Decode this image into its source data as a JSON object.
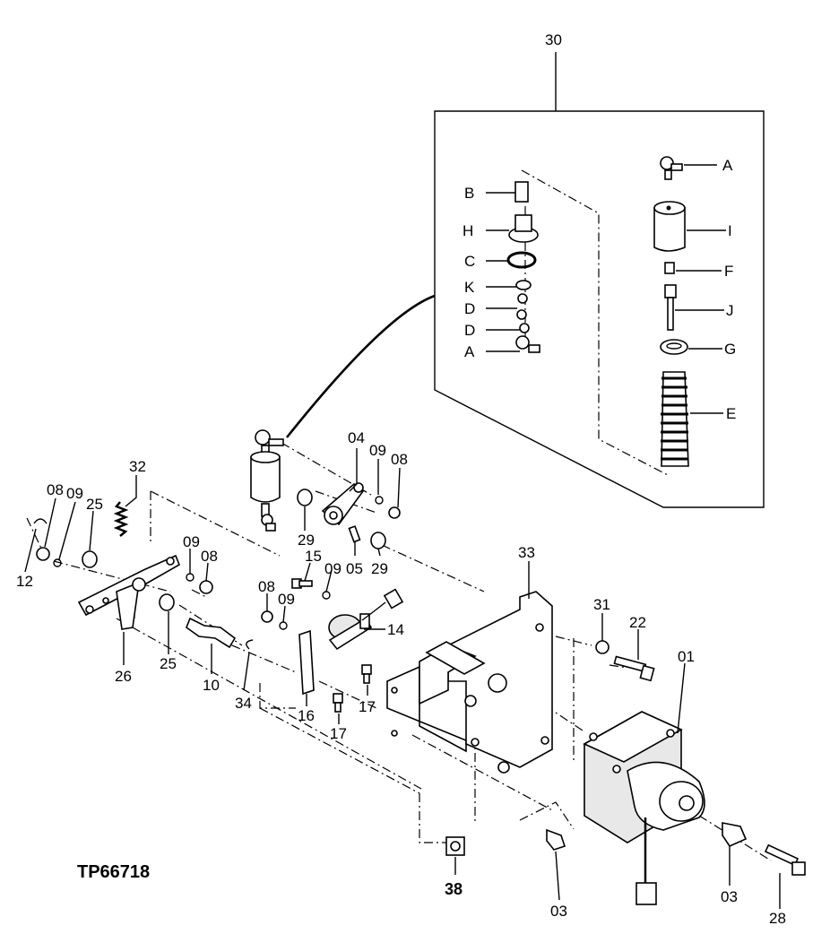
{
  "figure_id": "TP66718",
  "callouts": {
    "c30": "30",
    "c04": "04",
    "c09a": "09",
    "c08a": "08",
    "c32": "32",
    "c08b": "08",
    "c09b": "09",
    "c25a": "25",
    "c12": "12",
    "c29a": "29",
    "c09c": "09",
    "c08c": "08",
    "c15": "15",
    "c09d": "09",
    "c05": "05",
    "c29b": "29",
    "c33": "33",
    "c08d": "08",
    "c09e": "09",
    "c14": "14",
    "c31": "31",
    "c22": "22",
    "c01": "01",
    "c26": "26",
    "c25b": "25",
    "c10": "10",
    "c34": "34",
    "c16": "16",
    "c17a": "17",
    "c17b": "17",
    "c38": "38",
    "c03a": "03",
    "c03b": "03",
    "c28": "28"
  },
  "kit_labels": {
    "A1": "A",
    "B": "B",
    "H": "H",
    "C": "C",
    "K": "K",
    "D1": "D",
    "D2": "D",
    "A2": "A",
    "I": "I",
    "F": "F",
    "J": "J",
    "G": "G",
    "E": "E"
  }
}
